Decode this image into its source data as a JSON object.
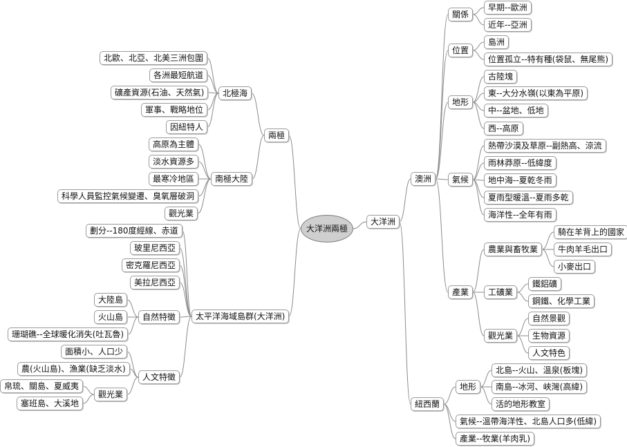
{
  "root": "大洋洲兩極",
  "left": {
    "polar": {
      "label": "兩極",
      "arctic": {
        "label": "北極海",
        "items": [
          "北歐、北亞、北美三洲包圍",
          "各洲最短航道",
          "礦產資源(石油、天然氣)",
          "軍事、戰略地位",
          "因紐特人"
        ]
      },
      "antarctic": {
        "label": "南極大陸",
        "items": [
          "高原為主體",
          "淡水資源多",
          "最寒冷地區",
          "科學人員監控氣候變遷、臭氧層破洞",
          "觀光業"
        ]
      }
    },
    "pacific": {
      "label": "太平洋海域島群(大洋洲)",
      "items": [
        "劃分--180度經線、赤道",
        "玻里尼西亞",
        "密克羅尼西亞",
        "美拉尼西亞"
      ],
      "natural": {
        "label": "自然特徵",
        "items": [
          "大陸島",
          "火山島",
          "珊瑚礁--全球暖化消失(吐瓦魯)"
        ]
      },
      "human": {
        "label": "人文特徵",
        "items": [
          "面積小、人口少",
          "農(火山島)、漁業(缺乏淡水)"
        ],
        "tourism": {
          "label": "觀光業",
          "items": [
            "帛琉、關島、夏威夷",
            "塞班島、大溪地"
          ]
        }
      }
    }
  },
  "right": {
    "oceania": {
      "label": "大洋洲",
      "australia": {
        "label": "澳洲",
        "relation": {
          "label": "關係",
          "items": [
            "早期--歐洲",
            "近年--亞洲"
          ]
        },
        "location": {
          "label": "位置",
          "items": [
            "島洲",
            "位置孤立--特有種(袋鼠、無尾熊)"
          ]
        },
        "terrain": {
          "label": "地形",
          "items": [
            "古陸塊",
            "東--大分水嶺(以東為平原)",
            "中--盆地、低地",
            "西--高原"
          ]
        },
        "climate": {
          "label": "氣候",
          "items": [
            "熱帶沙漠及草原--副熱高、涼流",
            "雨林莽原--低緯度",
            "地中海--夏乾冬雨",
            "夏雨型暖溫--夏雨多乾",
            "海洋性--全年有雨"
          ]
        },
        "industry": {
          "label": "產業",
          "agri": {
            "label": "農業與畜牧業",
            "items": [
              "騎在羊背上的國家",
              "牛肉羊毛出口",
              "小麥出口"
            ]
          },
          "mining": {
            "label": "工礦業",
            "items": [
              "鐵鋁礦",
              "鋼鐵、化學工業"
            ]
          },
          "tourism": {
            "label": "觀光業",
            "items": [
              "自然景觀",
              "生物資源",
              "人文特色"
            ]
          }
        }
      },
      "nz": {
        "label": "紐西蘭",
        "terrain": {
          "label": "地形",
          "items": [
            "北島--火山、溫泉(板塊)",
            "南島--冰河、峽灣(高緯)",
            "活的地形教室"
          ]
        },
        "climate": "氣候--溫帶海洋性、北島人口多(低緯)",
        "industry": "產業--牧業(羊肉乳)"
      }
    }
  }
}
